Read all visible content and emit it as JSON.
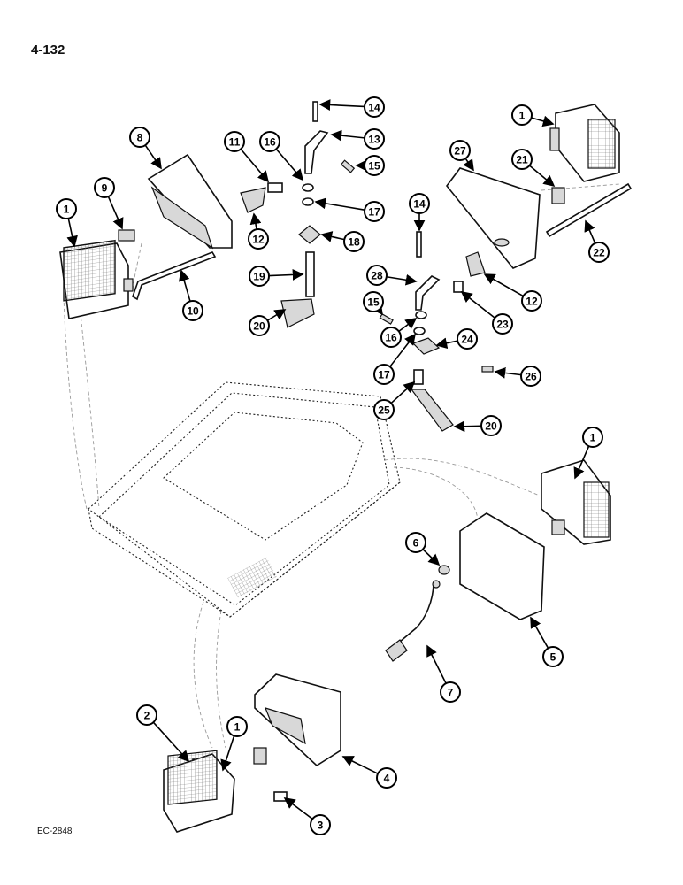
{
  "page_number": "4-132",
  "drawing_code": "EC-2848",
  "callouts": [
    "1",
    "2",
    "3",
    "4",
    "5",
    "6",
    "7",
    "8",
    "9",
    "10",
    "11",
    "12",
    "13",
    "14",
    "15",
    "16",
    "17",
    "18",
    "19",
    "20",
    "21",
    "22",
    "23",
    "24",
    "25",
    "26",
    "27",
    "28"
  ]
}
